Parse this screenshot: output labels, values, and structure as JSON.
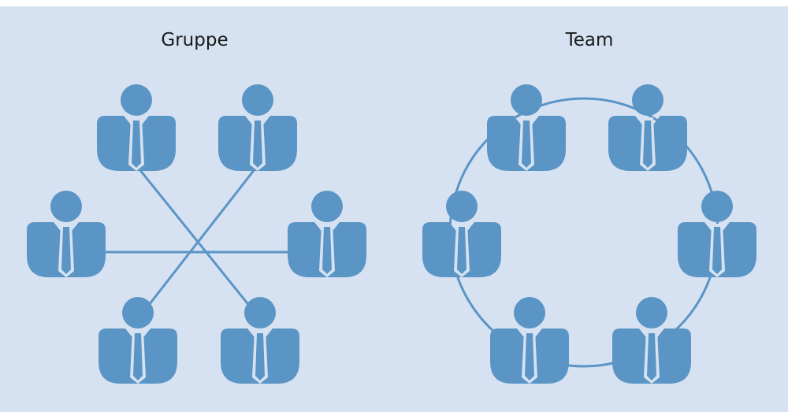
{
  "colors": {
    "background": "#d6e2f1",
    "figure": "#5a95c5",
    "line": "#5a95c5",
    "shirt_gap": "#d6e2f1",
    "text": "#1a1a1a"
  },
  "panels": {
    "left": {
      "title": "Gruppe",
      "structure": "star",
      "people_count": 6,
      "icon": "person-with-tie-icon"
    },
    "right": {
      "title": "Team",
      "structure": "ring",
      "people_count": 6,
      "icon": "person-with-tie-icon"
    }
  }
}
